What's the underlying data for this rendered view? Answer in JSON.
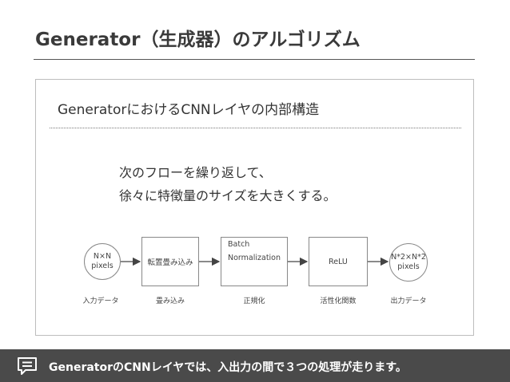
{
  "slide": {
    "title": "Generator（生成器）のアルゴリズム"
  },
  "panel": {
    "heading": "GeneratorにおけるCNNレイヤの内部構造",
    "description": [
      "次のフローを繰り返して、",
      "徐々に特徴量のサイズを大きくする。"
    ]
  },
  "flow": {
    "nodes": [
      {
        "shape": "circle",
        "lines": [
          "N×N",
          "pixels"
        ],
        "caption": "入力データ"
      },
      {
        "shape": "rect",
        "lines": [
          "転置畳み込み"
        ],
        "caption": "畳み込み"
      },
      {
        "shape": "rect",
        "lines": [
          "Batch",
          "Normalization"
        ],
        "caption": "正規化"
      },
      {
        "shape": "rect",
        "lines": [
          "ReLU"
        ],
        "caption": "活性化関数"
      },
      {
        "shape": "circle",
        "lines": [
          "N*2×N*2",
          "pixels"
        ],
        "caption": "出力データ"
      }
    ]
  },
  "footer": {
    "icon": "comment-icon",
    "text": "GeneratorのCNNレイヤでは、入出力の間で３つの処理が走ります。"
  },
  "colors": {
    "footer_bg": "#4a4a4a",
    "border": "#888888",
    "text": "#333333"
  }
}
